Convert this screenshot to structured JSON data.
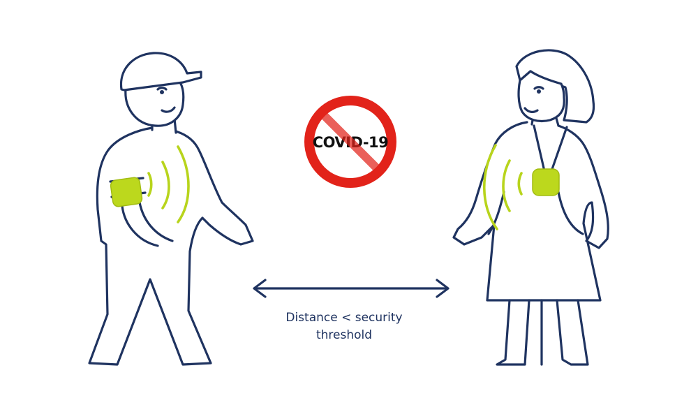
{
  "sign": {
    "text": "COVID-19",
    "ring_color": "#e2231a",
    "icon": "no-covid-prohibition-sign"
  },
  "caption": {
    "line1": "Distance < security",
    "line2": "threshold"
  },
  "colors": {
    "outline": "#1f3360",
    "device": "#bcd81d",
    "signal": "#b8d41c"
  },
  "figures": {
    "left": "man-with-cap-armband-tracker",
    "right": "woman-with-pendant-tracker"
  }
}
